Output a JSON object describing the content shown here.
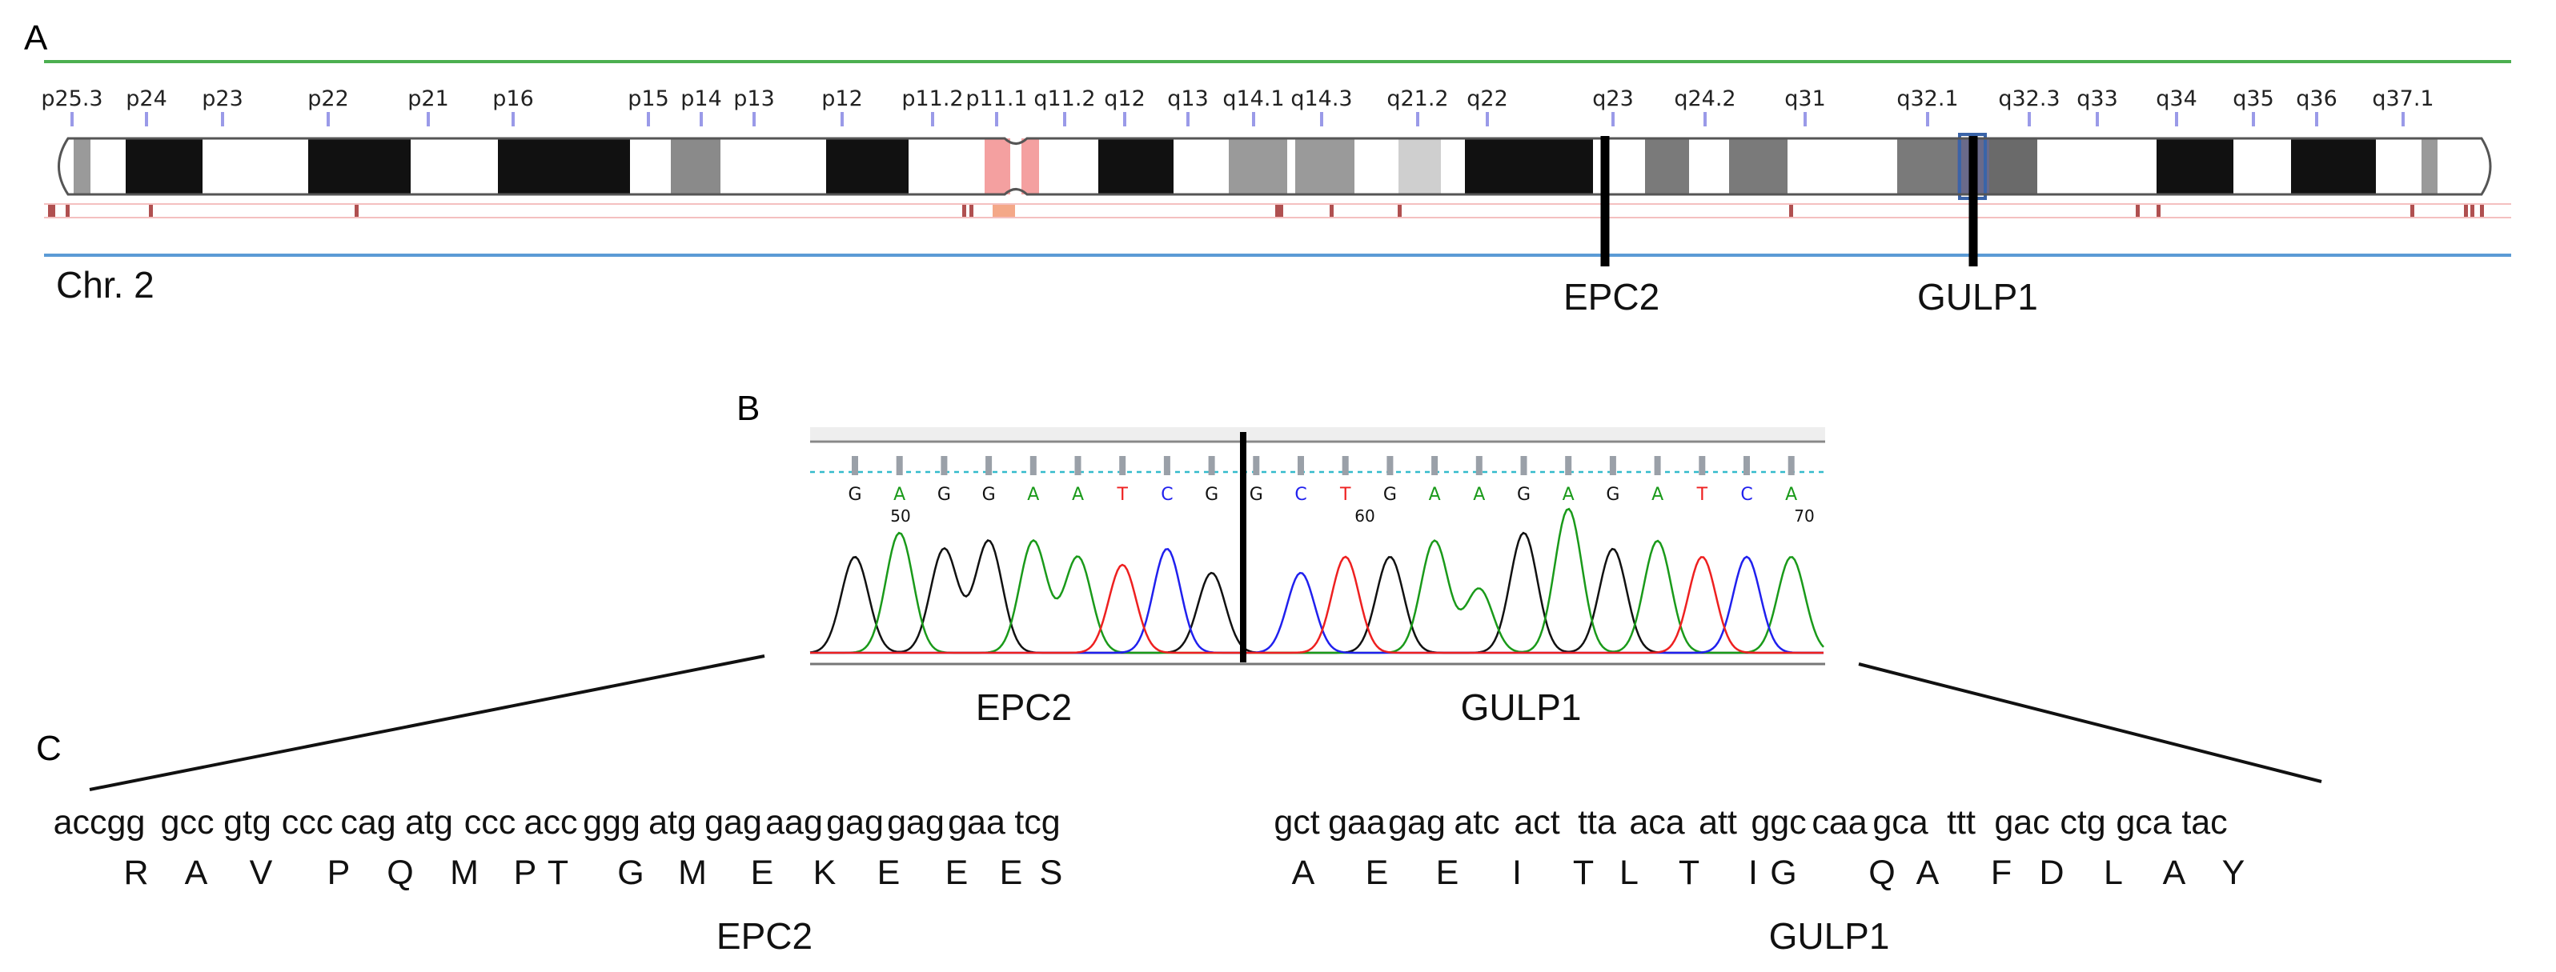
{
  "panels": {
    "a": "A",
    "b": "B",
    "c": "C"
  },
  "chromosome": {
    "name": "Chr. 2",
    "bands": [
      "p25.3",
      "p24",
      "p23",
      "p22",
      "p21",
      "p16",
      "p15",
      "p14",
      "p13",
      "p12",
      "p11.2",
      "p11.1",
      "q11.2",
      "q12",
      "q13",
      "q14.1",
      "q14.3",
      "q21.2",
      "q22",
      "q23",
      "q24.2",
      "q31",
      "q32.1",
      "q32.3",
      "q33",
      "q34",
      "q35",
      "q36",
      "q37.1"
    ],
    "colors": {
      "top_rule": "#4caf50",
      "bottom_rule": "#5b9bd5",
      "centromere": "#f4a0a0",
      "highlight": "#3a64a8"
    }
  },
  "gene_markers": [
    "EPC2",
    "GULP1"
  ],
  "trace": {
    "bases": [
      "G",
      "A",
      "G",
      "G",
      "A",
      "A",
      "T",
      "C",
      "G",
      "G",
      "C",
      "T",
      "G",
      "A",
      "A",
      "G",
      "A",
      "G",
      "A",
      "T",
      "C",
      "A"
    ],
    "positions": [
      "50",
      "60",
      "70"
    ],
    "base_colors": {
      "A": "#1a9a1a",
      "C": "#2020ee",
      "G": "#111111",
      "T": "#ee2020"
    },
    "left_gene": "EPC2",
    "right_gene": "GULP1"
  },
  "sequence": {
    "epc2_codons": [
      "accgg",
      "gcc",
      "gtg",
      "ccc",
      "cag",
      "atg",
      "ccc",
      "acc",
      "ggg",
      "atg",
      "gag",
      "aag",
      "gag",
      "gag",
      "gaa",
      "tcg"
    ],
    "gulp1_codons": [
      "gct",
      "gaa",
      "gag",
      "atc",
      "act",
      "tta",
      "aca",
      "att",
      "ggc",
      "caa",
      "gca",
      "ttt",
      "gac",
      "ctg",
      "gca",
      "tac"
    ],
    "epc2_aa": [
      "R",
      "A",
      "V",
      "P",
      "Q",
      "M",
      "P",
      "T",
      "G",
      "M",
      "E",
      "K",
      "E",
      "E",
      "E",
      "S"
    ],
    "gulp1_aa": [
      "A",
      "E",
      "E",
      "I",
      "T",
      "L",
      "T",
      "I",
      "G",
      "Q",
      "A",
      "F",
      "D",
      "L",
      "A",
      "Y"
    ],
    "epc2_label": "EPC2",
    "gulp1_label": "GULP1"
  }
}
